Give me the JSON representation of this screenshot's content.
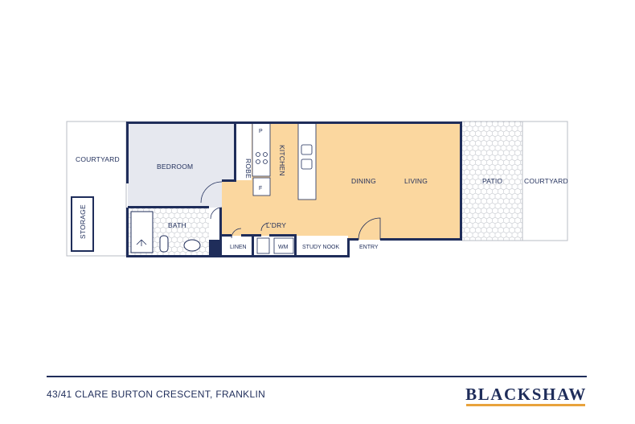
{
  "rooms": {
    "courtyard_left": "COURTYARD",
    "storage": "STORAGE",
    "bedroom": "BEDROOM",
    "robe": "ROBE",
    "bath": "BATH",
    "kitchen": "KITCHEN",
    "pantry": "P",
    "fridge": "F",
    "laundry": "L'DRY",
    "wm": "WM",
    "linen": "LINEN",
    "study_nook": "STUDY NOOK",
    "entry": "ENTRY",
    "dining": "DINING",
    "living": "LIVING",
    "patio": "PATIO",
    "courtyard_right": "COURTYARD"
  },
  "footer": {
    "address": "43/41 CLARE BURTON CRESCENT, FRANKLIN",
    "brand": "BLACKSHAW"
  },
  "colors": {
    "wall": "#1f2d5a",
    "living_fill": "#fbd79f",
    "bedroom_fill": "#e6e8ef",
    "outdoor_outline": "#b9bcc4",
    "accent": "#e8a33c"
  }
}
